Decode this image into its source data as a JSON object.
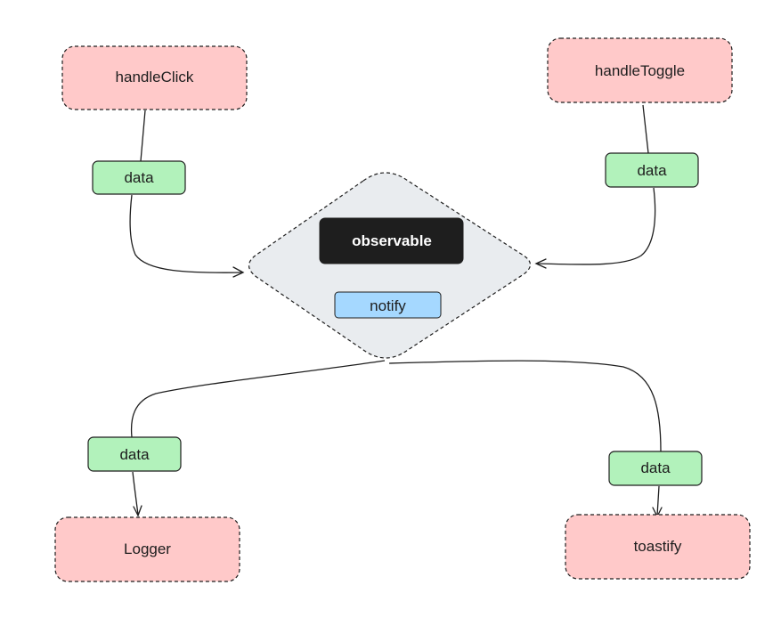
{
  "nodes": {
    "handle_click": "handleClick",
    "handle_toggle": "handleToggle",
    "logger": "Logger",
    "toastify": "toastify"
  },
  "hub": {
    "observable": "observable",
    "notify": "notify"
  },
  "edge_labels": {
    "click_data": "data",
    "toggle_data": "data",
    "logger_data": "data",
    "toastify_data": "data"
  },
  "colors": {
    "node_fill": "#ffc9c9",
    "data_fill": "#b2f2bb",
    "hub_fill": "#e9ecef",
    "observable_fill": "#1e1e1e",
    "notify_fill": "#a5d8ff",
    "stroke": "#1e1e1e"
  }
}
